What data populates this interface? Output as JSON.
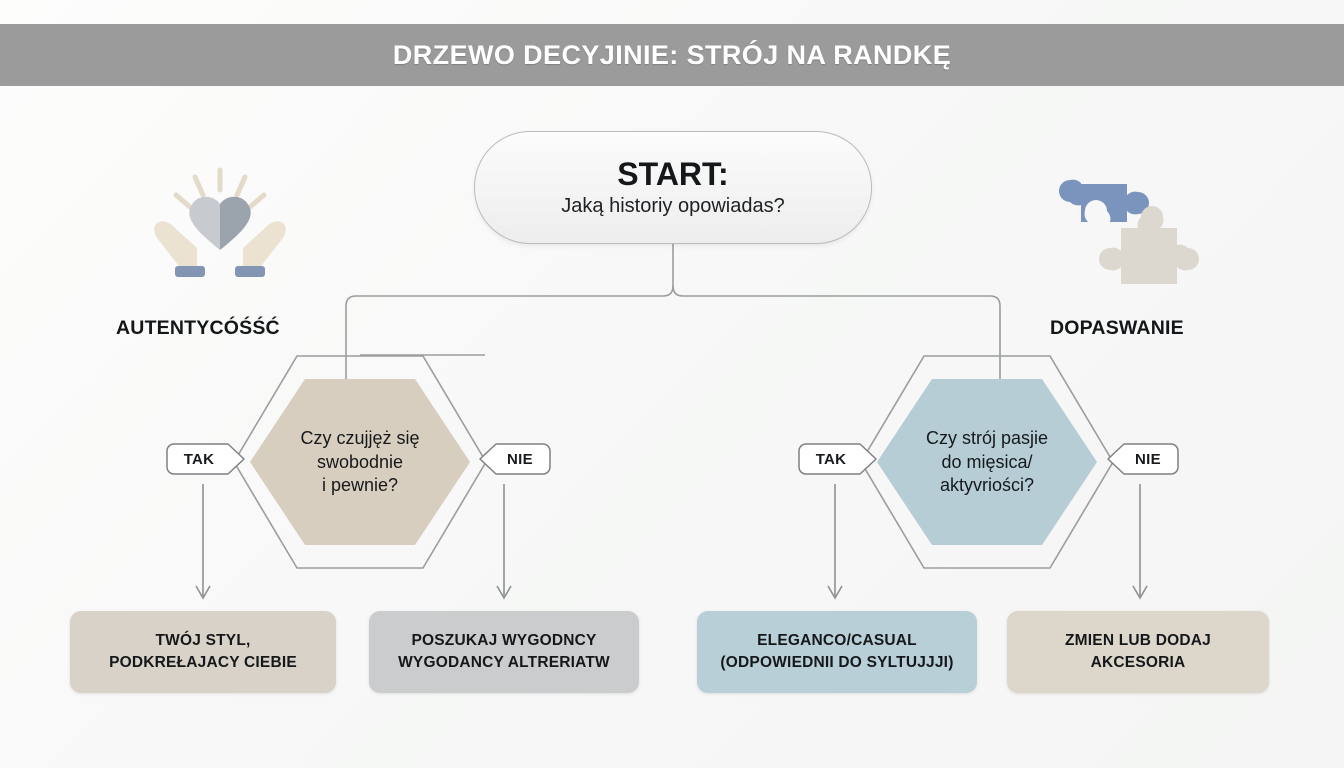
{
  "header": {
    "title": "DRZEWO DECYJINIE: STRÓJ NA RANDKĘ",
    "bar_color": "#9b9b9b",
    "text_color": "#ffffff"
  },
  "canvas": {
    "background": "#fbfbfa",
    "connector_color": "#9a9d9f"
  },
  "start_node": {
    "kicker": "START:",
    "question": "Jaką historiy opowiadas?",
    "shape": "rounded-pill",
    "fill": "#f4f4f4",
    "border": "#b9bcbd"
  },
  "branches": [
    {
      "id": "left",
      "label": "AUTENTYCÓŚŚĆ",
      "icon": "heart-in-hands-icon",
      "icon_colors": {
        "heart_light": "#c7cace",
        "heart_dark": "#9ba3ac",
        "hands": "#ece2d2",
        "cuffs": "#8296b4",
        "rays": "#e3dac9"
      },
      "decision": {
        "shape": "hexagon",
        "fill": "#d8cec0",
        "outline": "#9a9d9f",
        "lines": [
          "Czy czujjęż się",
          "swobodnie",
          "i pewnie?"
        ]
      },
      "edges": [
        {
          "label": "TAK",
          "direction": "left",
          "outcome_index": 0
        },
        {
          "label": "NIE",
          "direction": "right",
          "outcome_index": 1
        }
      ]
    },
    {
      "id": "right",
      "label": "DOPASWANIE",
      "icon": "puzzle-pieces-icon",
      "icon_colors": {
        "piece_blue": "#7a94bd",
        "piece_beige": "#ddd8cf"
      },
      "decision": {
        "shape": "hexagon",
        "fill": "#b6cdd5",
        "outline": "#9a9d9f",
        "lines": [
          "Czy strój pasjie",
          "do mięsica/",
          "aktyvriości?"
        ]
      },
      "edges": [
        {
          "label": "TAK",
          "direction": "left",
          "outcome_index": 2
        },
        {
          "label": "NIE",
          "direction": "right",
          "outcome_index": 3
        }
      ]
    }
  ],
  "outcomes": [
    {
      "id": "outcome-1",
      "lines": [
        "TWÓJ STYL,",
        "PODKREŁAJACY CIEBIE"
      ],
      "fill": "#d9d2c8"
    },
    {
      "id": "outcome-2",
      "lines": [
        "POSZUKAJ WYGODNCY",
        "WYGODANCY ALTRERIATW"
      ],
      "fill": "#cbcccd"
    },
    {
      "id": "outcome-3",
      "lines": [
        "ELEGANCO/CASUAL",
        "(ODPOWIEDNII DO SYLTUJJJI)"
      ],
      "fill": "#b9cfd7"
    },
    {
      "id": "outcome-4",
      "lines": [
        "ZMIEN LUB DODAJ",
        "AKCESORIA"
      ],
      "fill": "#ddd6cb"
    }
  ]
}
